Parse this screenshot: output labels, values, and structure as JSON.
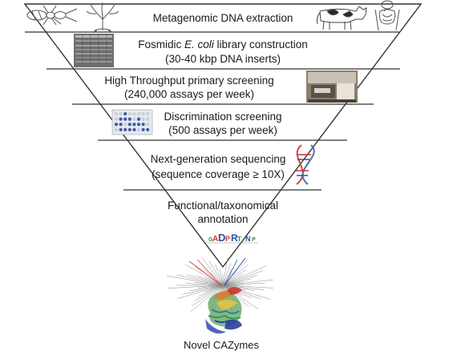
{
  "stages": [
    {
      "lines": [
        "Metagenomic DNA extraction"
      ]
    },
    {
      "line1_pre": "Fosmidic ",
      "line1_italic": "E. coli",
      "line1_post": " library construction",
      "line2": "(30-40 kbp DNA inserts)"
    },
    {
      "lines": [
        "High Throughput primary screening",
        "(240,000 assays per week)"
      ]
    },
    {
      "lines": [
        "Discrimination screening",
        "(500 assays per week)"
      ]
    },
    {
      "lines": [
        "Next-generation sequencing",
        "(sequence coverage ≥ 10X)"
      ]
    },
    {
      "lines": [
        "Functional/taxonomical",
        "annotation"
      ]
    }
  ],
  "final_label": "Novel CAZymes",
  "icons": [
    "termite-icon",
    "tree-icon",
    "cow-icon",
    "human-gut-icon",
    "gel-plate-icon",
    "robot-photo-icon",
    "assay-plate-icon",
    "dna-helix-icon",
    "sequence-logo-icon",
    "phylogenetic-tree-icon",
    "protein-structure-icon"
  ],
  "colors": {
    "outline": "#333333",
    "text": "#1a1a1a",
    "dna_red": "#d9453a",
    "dna_blue": "#4a6fb5",
    "logo_red": "#c8372d",
    "logo_blue": "#2b4fa3",
    "logo_green": "#2e8b3d"
  }
}
